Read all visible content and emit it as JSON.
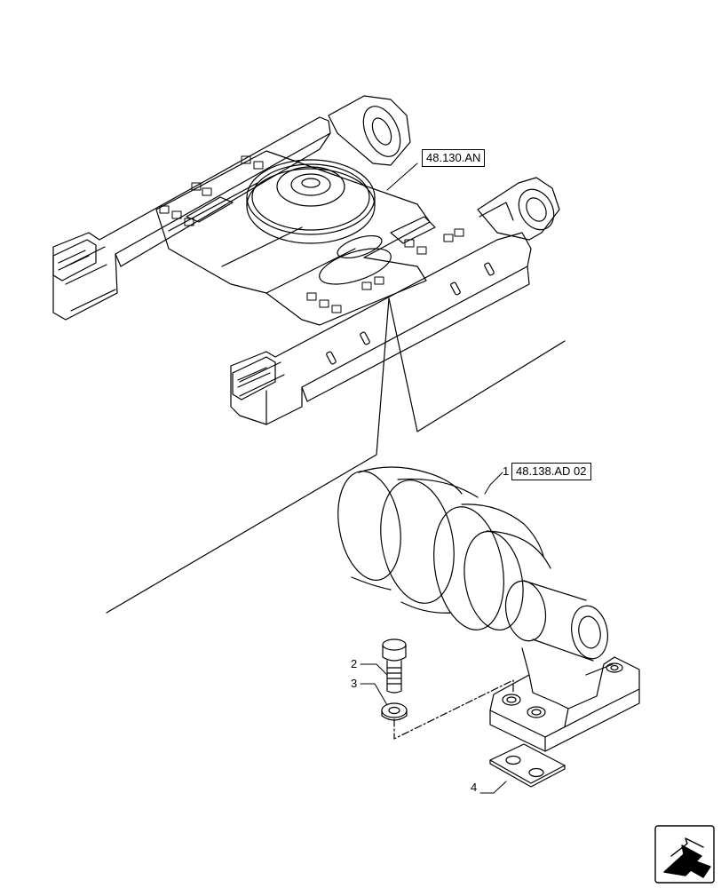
{
  "references": {
    "undercarriage": "48.130.AN",
    "carrier_roller": "48.138.AD 02"
  },
  "callouts": {
    "item1": "1",
    "item2": "2",
    "item3": "3",
    "item4": "4"
  },
  "icons": {
    "navigate": "next-page-arrow-icon"
  },
  "colors": {
    "line": "#000000",
    "background": "#ffffff"
  }
}
